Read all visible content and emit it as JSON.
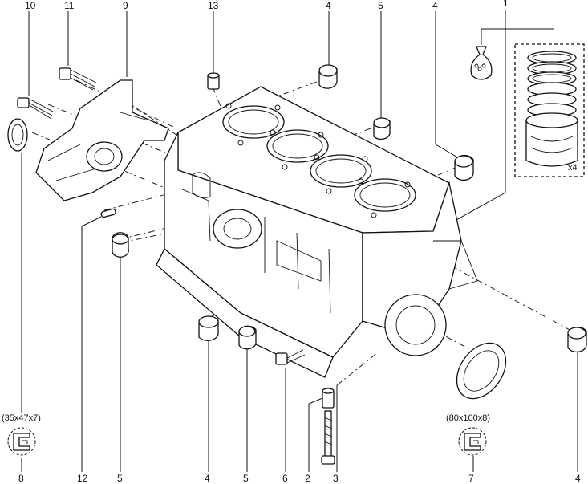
{
  "callouts": [
    {
      "id": "label-10-top",
      "text": "10"
    },
    {
      "id": "label-11-top",
      "text": "11"
    },
    {
      "id": "label-9-top",
      "text": "9"
    },
    {
      "id": "label-13-top",
      "text": "13"
    },
    {
      "id": "label-4-top-a",
      "text": "4"
    },
    {
      "id": "label-5-top",
      "text": "5"
    },
    {
      "id": "label-4-top-b",
      "text": "4"
    },
    {
      "id": "label-1-top",
      "text": "1"
    },
    {
      "id": "label-8-bottom",
      "text": "8"
    },
    {
      "id": "label-12-bottom",
      "text": "12"
    },
    {
      "id": "label-5-bottom-a",
      "text": "5"
    },
    {
      "id": "label-4-bottom-a",
      "text": "4"
    },
    {
      "id": "label-5-bottom-b",
      "text": "5"
    },
    {
      "id": "label-6-bottom",
      "text": "6"
    },
    {
      "id": "label-2-bottom",
      "text": "2"
    },
    {
      "id": "label-3-bottom",
      "text": "3"
    },
    {
      "id": "label-7-bottom",
      "text": "7"
    },
    {
      "id": "label-4-bottom-b",
      "text": "4"
    }
  ],
  "specs": {
    "seal_left": "(35x47x7)",
    "seal_right": "(80x100x8)",
    "quantity": "x4"
  },
  "icons": {
    "seal_left": "oil-seal-icon",
    "seal_right": "oil-seal-icon",
    "bag": "parts-bag-icon"
  }
}
